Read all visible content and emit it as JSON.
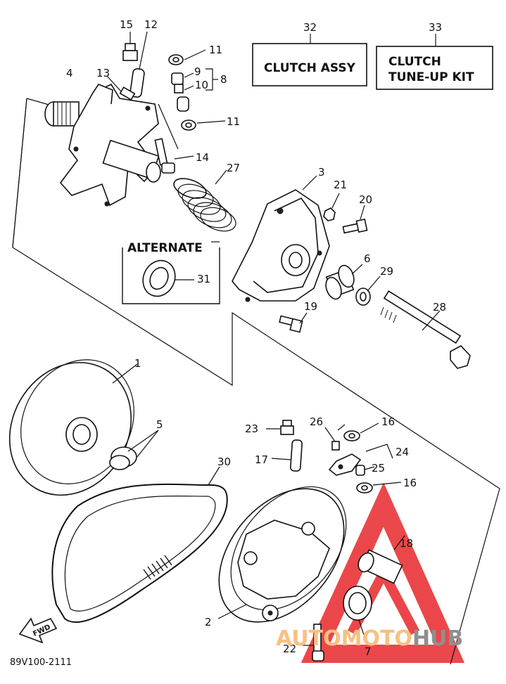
{
  "boxes": {
    "clutch_assy": "CLUTCH ASSY",
    "tune_up_line1": "CLUTCH",
    "tune_up_line2": "TUNE-UP KIT",
    "alternate": "ALTERNATE"
  },
  "callouts": {
    "p1": "1",
    "p2": "2",
    "p3": "3",
    "p4": "4",
    "p5": "5",
    "p6": "6",
    "p7": "7",
    "p8": "8",
    "p9": "9",
    "p10": "10",
    "p11a": "11",
    "p11b": "11",
    "p12": "12",
    "p13": "13",
    "p14": "14",
    "p15": "15",
    "p16a": "16",
    "p16b": "16",
    "p17": "17",
    "p18": "18",
    "p19": "19",
    "p20": "20",
    "p21": "21",
    "p22": "22",
    "p23": "23",
    "p24": "24",
    "p25": "25",
    "p26": "26",
    "p27": "27",
    "p28": "28",
    "p29": "29",
    "p30": "30",
    "p31": "31",
    "p32": "32",
    "p33": "33"
  },
  "fwd_label": "FWD",
  "diagram_code": "89V100-2111",
  "watermark": {
    "part1": "AUTO",
    "part2": "MOTO",
    "part3": "HUB"
  },
  "colors": {
    "ink": "#111111",
    "watermark_red": "#e8282b",
    "watermark_orange": "#f6c184",
    "watermark_gray": "#8f8f8f"
  }
}
